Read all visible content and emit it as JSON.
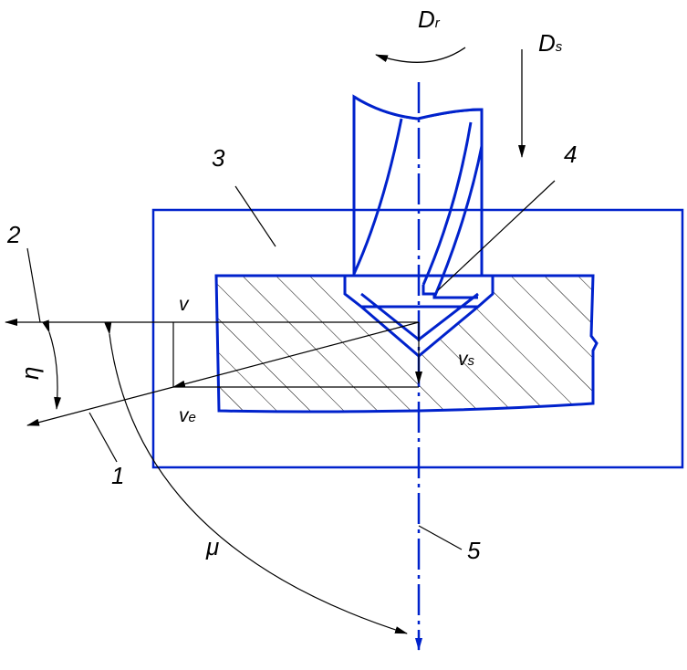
{
  "labels": {
    "rotation_D": "D",
    "rotation_sub": "r",
    "feed_D": "D",
    "feed_sub": "s",
    "pos1": "1",
    "pos2": "2",
    "pos3": "3",
    "pos4": "4",
    "pos5": "5",
    "v_main": "v",
    "v_s_main": "v",
    "v_s_sub": "s",
    "v_e_main": "v",
    "v_e_sub": "e",
    "eta": "η",
    "mu": "μ"
  },
  "colors": {
    "tool": "#0022cc",
    "lines": "#000000",
    "background": "#ffffff"
  }
}
